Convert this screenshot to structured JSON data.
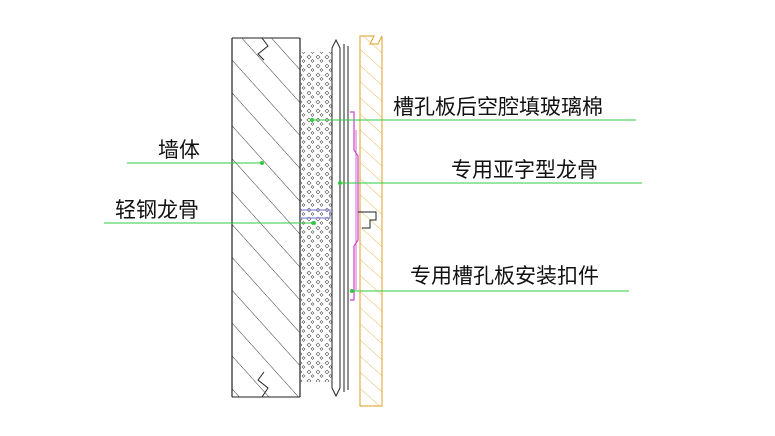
{
  "labels": {
    "glass_wool": "槽孔板后空腔填玻璃棉",
    "wall": "墙体",
    "keel_profile": "专用亚字型龙骨",
    "light_steel_keel": "轻钢龙骨",
    "mount_clip": "专用槽孔板安装扣件"
  },
  "colors": {
    "leader": "#2ecc40",
    "outline": "#222222",
    "timber": "#e3b04a",
    "clip": "#cc44cc",
    "keel": "#8a8ad8"
  }
}
